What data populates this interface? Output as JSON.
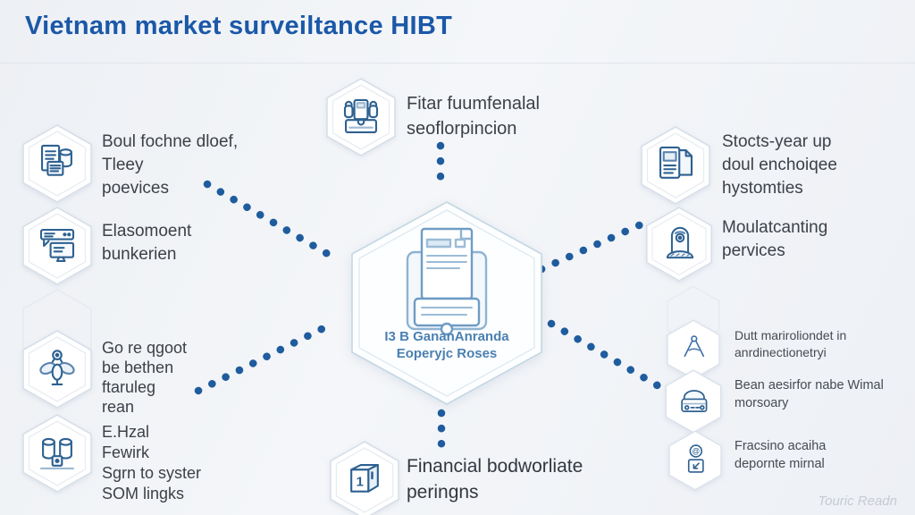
{
  "title": "Vietnam market surveiltance HIBT",
  "watermark": "Touric Readn",
  "center": {
    "lines": [
      "I3 B GananAnranda",
      "Eoperyjc Roses"
    ],
    "icon": "clipboard-report-icon"
  },
  "nodes": {
    "top_center": {
      "icon": "machine-icon",
      "lines": [
        "Fitar fuumfenalal",
        "seoflorpincion"
      ]
    },
    "left1": {
      "icon": "documents-icon",
      "lines": [
        "Boul fochne dloef,",
        "Tleey",
        "poevices"
      ]
    },
    "left2": {
      "icon": "server-chat-icon",
      "lines": [
        "Elasomoent",
        "bunkerien"
      ]
    },
    "left3": {
      "icon": "flower-icon",
      "lines": [
        "Go re qgoot",
        "be bethen",
        "ftaruleg",
        "rean"
      ]
    },
    "left4": {
      "icon": "cylinders-icon",
      "lines": [
        "E.Hzal",
        "Fewirk",
        "Sgrn to syster",
        "SOM lingks"
      ]
    },
    "right1": {
      "icon": "file-report-icon",
      "lines": [
        "Stocts-year up",
        "doul enchoiqee",
        "hystomties"
      ]
    },
    "right2": {
      "icon": "monument-icon",
      "lines": [
        "Moulatcanting",
        "pervices"
      ]
    },
    "right3": {
      "icon": "compass-icon",
      "lines": [
        "Dutt mariroliondet in",
        "anrdinectionetryi"
      ]
    },
    "right4": {
      "icon": "radio-device-icon",
      "lines": [
        "Bean aesirfor nabe Wimal",
        "morsoary"
      ]
    },
    "right5": {
      "icon": "person-at-icon",
      "lines": [
        "Fracsino acaiha",
        "depornte mirnal"
      ]
    },
    "bottom_center": {
      "icon": "box-one-icon",
      "lines": [
        "Financial bodworliate",
        "peringns"
      ]
    }
  },
  "colors": {
    "title_blue": "#1b58a8",
    "dot_blue": "#1f5c9e",
    "icon_stroke_blue": "#2e6191",
    "center_text_blue": "#4a80b2",
    "label_dark": "#3c4148",
    "background": "#eef1f5",
    "watermark_gray": "#c6cbd2"
  }
}
